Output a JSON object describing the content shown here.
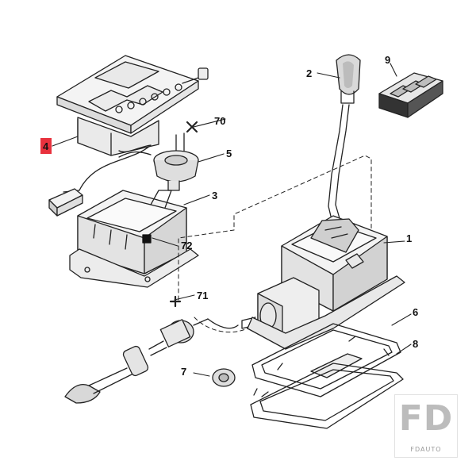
{
  "labels": {
    "part_1": "1",
    "part_2": "2",
    "part_3": "3",
    "part_4": "4",
    "part_5": "5",
    "part_6": "6",
    "part_7": "7",
    "part_8": "8",
    "part_9": "9",
    "part_70": "70",
    "part_71": "71",
    "part_72": "72"
  },
  "highlight": {
    "part": "4",
    "color": "#e8313d"
  },
  "colors": {
    "line": "#222222",
    "fill": "#f4f4f4",
    "shade": "#d8d8d8",
    "dark": "#555555",
    "background": "#ffffff"
  },
  "watermark": {
    "logo": "FD",
    "text": "FDAUTO"
  }
}
